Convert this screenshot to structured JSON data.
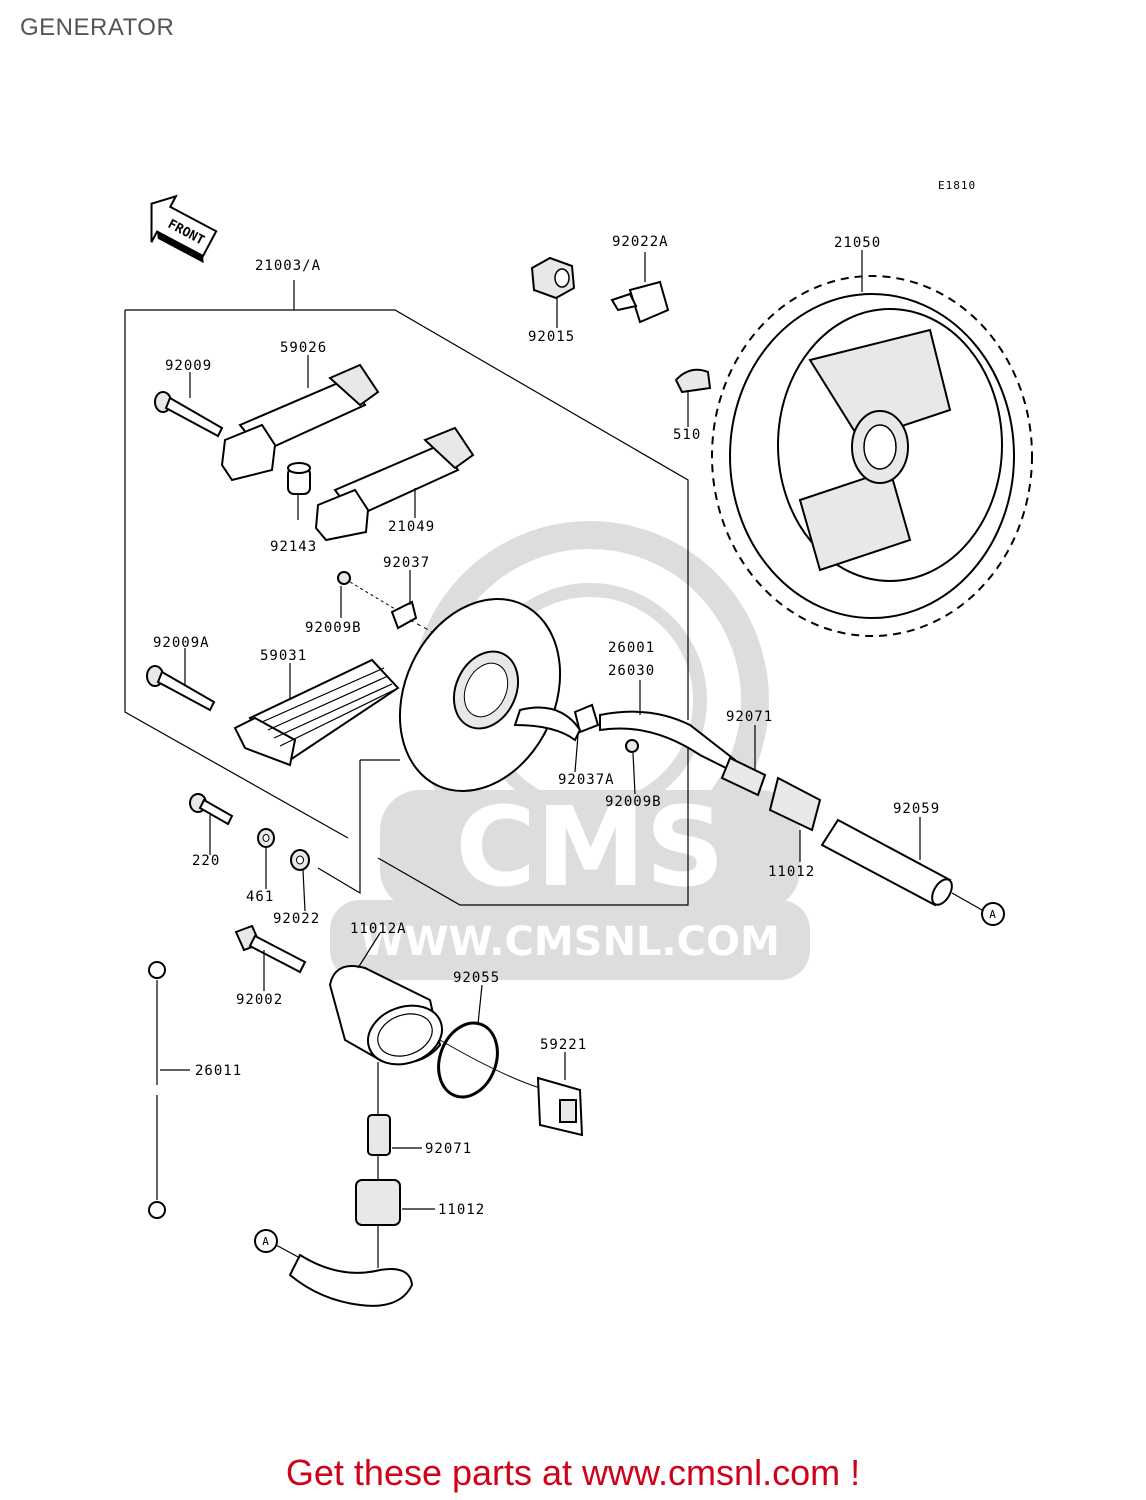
{
  "page": {
    "title": "GENERATOR"
  },
  "diagram": {
    "ref_code": "E1810",
    "front_label": "FRONT",
    "watermark_text": "CMS",
    "watermark_url": "WWW.CMSNL.COM",
    "connector_ref": "A",
    "parts": [
      "21003/A",
      "59026",
      "92009",
      "92143",
      "21049",
      "92037",
      "92009B",
      "92009A",
      "59031",
      "220",
      "461",
      "92022",
      "92015",
      "92022A",
      "510",
      "21050",
      "26001",
      "26030",
      "92037A",
      "92071",
      "11012",
      "92059",
      "11012A",
      "92002",
      "92055",
      "59221",
      "26011"
    ],
    "repeat_labels": {
      "92009B_2": "92009B",
      "92071_2": "92071",
      "11012_2": "11012"
    }
  },
  "footer": {
    "cta": "Get these parts at www.cmsnl.com !"
  }
}
